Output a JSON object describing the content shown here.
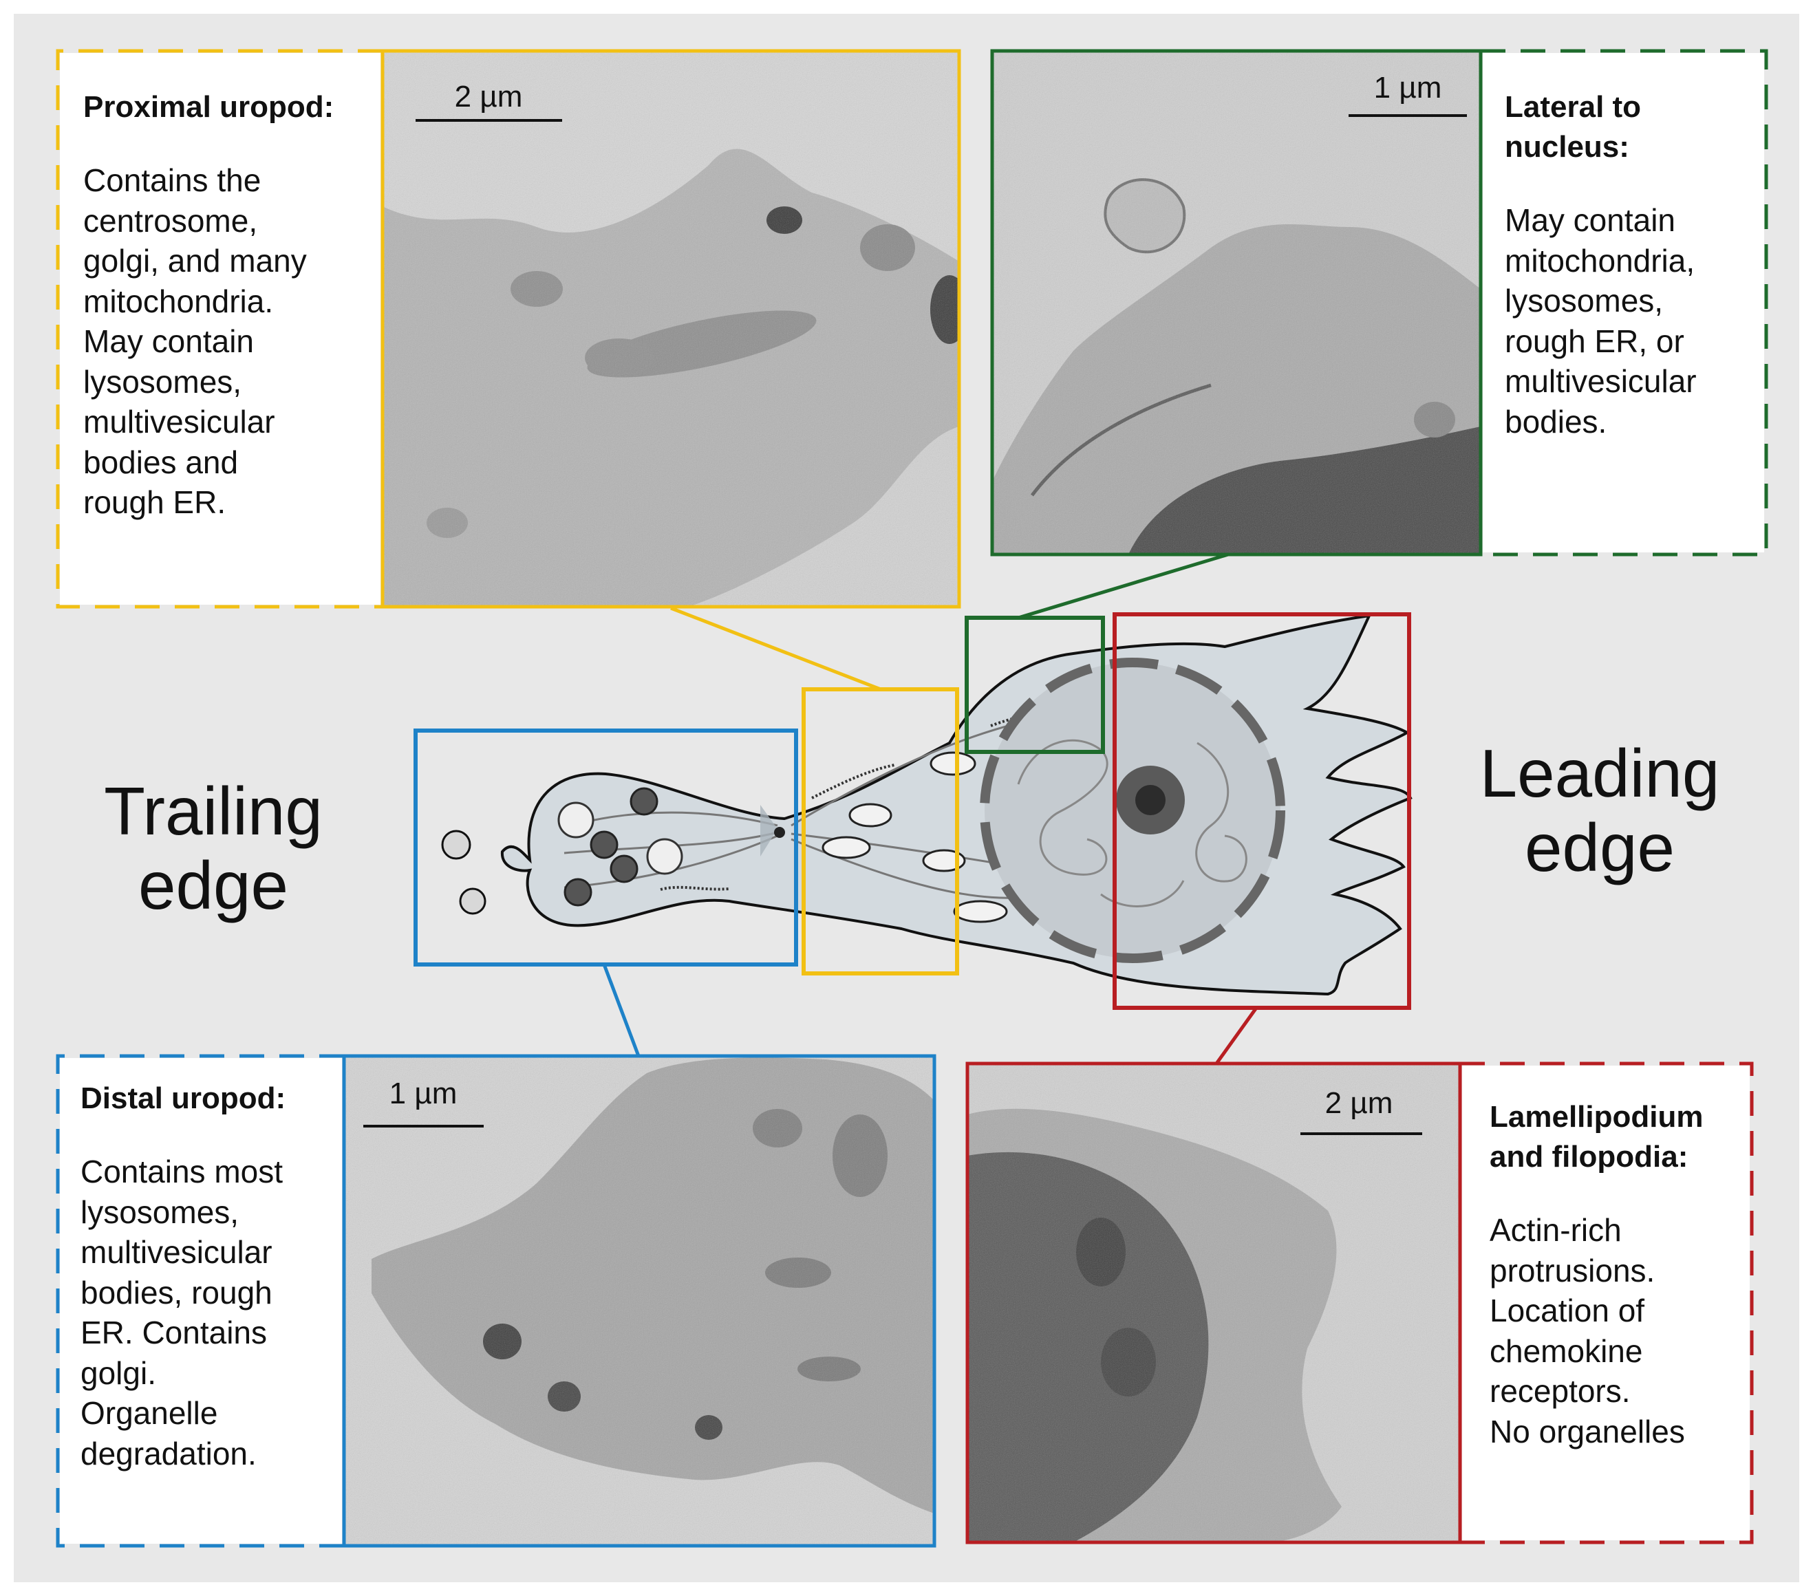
{
  "colors": {
    "background": "#e8e8e8",
    "proximal": "#f2c014",
    "lateral": "#1e6b2c",
    "distal": "#1e82c8",
    "lamellipodium": "#b81e22",
    "cell_fill": "#d3dadf",
    "em_gray": "#b4b4b4"
  },
  "labels": {
    "trailing_edge": "Trailing\nedge",
    "leading_edge": "Leading\nedge"
  },
  "panels": {
    "proximal": {
      "title": "Proximal uropod:",
      "body": "Contains the\ncentrosome,\ngolgi, and many\nmitochondria.\nMay contain\nlysosomes,\nmultivesicular\nbodies and\nrough ER.",
      "scale": "2 µm"
    },
    "lateral": {
      "title": "Lateral to\nnucleus:",
      "body": "May contain\nmitochondria,\nlysosomes,\nrough ER, or\nmultivesicular\nbodies.",
      "scale": "1 µm"
    },
    "distal": {
      "title": "Distal uropod:",
      "body": "Contains most\nlysosomes,\nmultivesicular\nbodies, rough\nER. Contains\ngolgi.\nOrganelle\ndegradation.",
      "scale": "1 µm"
    },
    "lamellipodium": {
      "title": "Lamellipodium\nand filopodia:",
      "body": "Actin-rich\nprotrusions.\nLocation of\nchemokine\nreceptors.\nNo organelles",
      "scale": "2 µm"
    }
  }
}
